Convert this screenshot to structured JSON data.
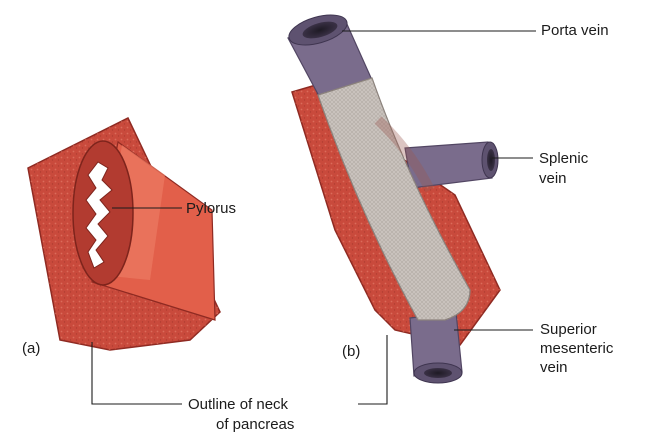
{
  "figure": {
    "panel_a": "(a)",
    "panel_b": "(b)",
    "labels": {
      "portal_vein": "Porta vein",
      "splenic_vein_line1": "Splenic",
      "splenic_vein_line2": "vein",
      "pylorus": "Pylorus",
      "sup_mes_line1": "Superior",
      "sup_mes_line2": "mesenteric",
      "sup_mes_line3": "vein",
      "outline_line1": "Outline of neck",
      "outline_line2": "of pancreas"
    },
    "colors": {
      "tissue": "#c94a3c",
      "tissue_dark": "#a8342a",
      "tissue_light": "#e26a55",
      "vein": "#7a6c8c",
      "vein_dark": "#524663",
      "pancreas_neck": "#c9c2bd",
      "leader_line": "#1b1b1b"
    }
  }
}
